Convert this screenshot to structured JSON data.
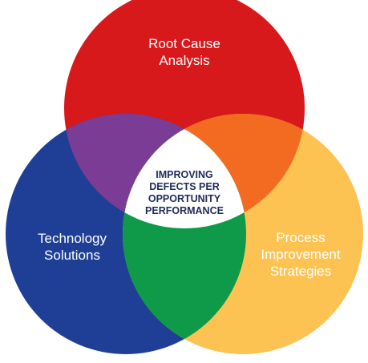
{
  "diagram": {
    "type": "three-circle-venn",
    "center_label": "IMPROVING\nDEFECTS PER\nOPPORTUNITY\nPERFORMANCE",
    "circles": [
      {
        "label": "Root Cause\nAnalysis",
        "color": "#d7191c"
      },
      {
        "label": "Technology\nSolutions",
        "color": "#1f3f97"
      },
      {
        "label": "Process\nImprovement\nStrategies",
        "color": "#fcc353"
      }
    ],
    "overlaps": {
      "top_left": "#7b3c96",
      "top_right": "#f26b21",
      "bottom": "#0e9a48",
      "center": "#ffffff"
    },
    "text_colors": {
      "circle_labels": "#ffffff",
      "center_label": "#1f2a5c"
    }
  }
}
